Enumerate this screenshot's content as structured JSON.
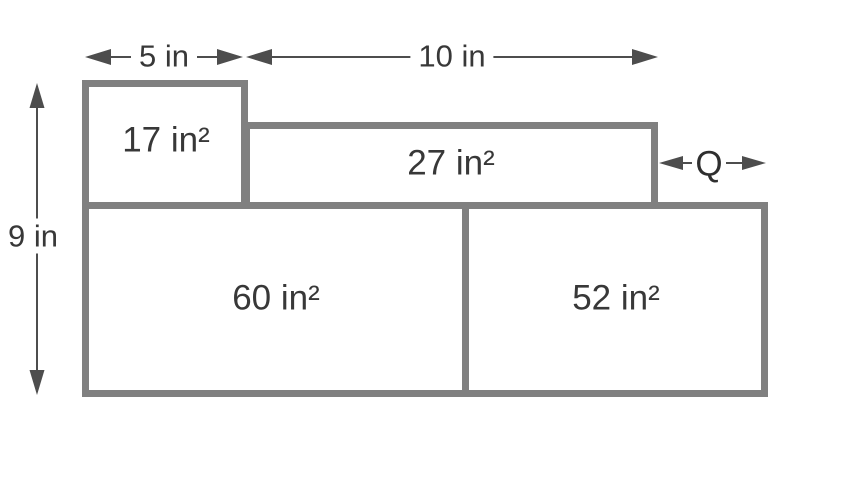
{
  "figure": {
    "description": "Composite rectangle area diagram with labeled areas and dimension arrows",
    "dimensions": {
      "top_left_width": "5 in",
      "top_right_width": "10 in",
      "left_height": "9 in",
      "right_gap": "Q"
    },
    "regions": [
      {
        "id": "top-left-square",
        "area": "17 in²"
      },
      {
        "id": "top-right-rectangle",
        "area": "27 in²"
      },
      {
        "id": "bottom-left-rectangle",
        "area": "60 in²"
      },
      {
        "id": "bottom-right-rectangle",
        "area": "52 in²"
      }
    ],
    "colors": {
      "outline": "#808080",
      "arrow": "#4d4d4d",
      "label_text": "#383838",
      "background": "#ffffff"
    }
  }
}
